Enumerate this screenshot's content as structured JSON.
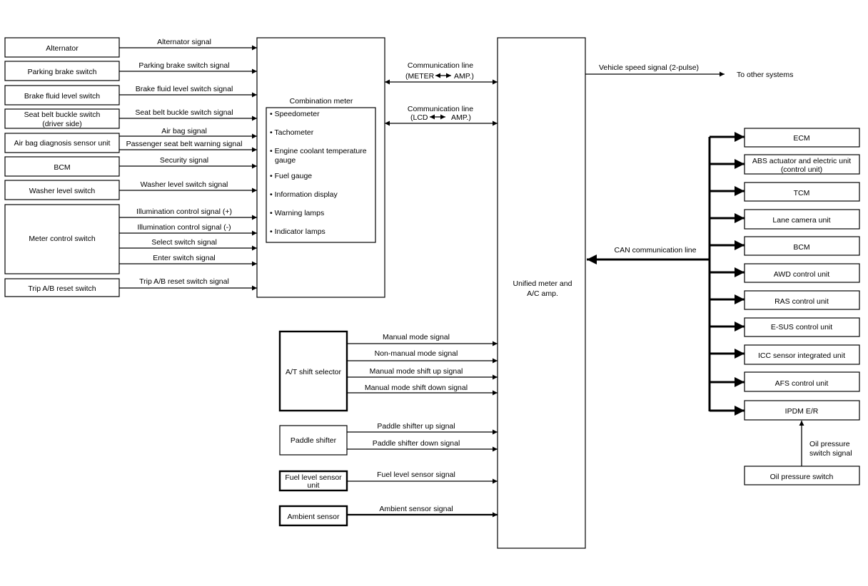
{
  "inputs_left": [
    {
      "label": "Alternator",
      "signal": "Alternator signal"
    },
    {
      "label": "Parking brake switch",
      "signal": "Parking brake switch signal"
    },
    {
      "label": "Brake fluid level switch",
      "signal": "Brake fluid level switch signal"
    },
    {
      "label1": "Seat belt buckle switch",
      "label2": "(driver side)",
      "signal": "Seat belt buckle switch signal"
    },
    {
      "label": "Air bag diagnosis sensor unit",
      "signal1": "Air bag signal",
      "signal2": "Passenger seat belt warning signal"
    },
    {
      "label": "BCM",
      "signal": "Security signal"
    },
    {
      "label": "Washer level switch",
      "signal": "Washer level switch signal"
    },
    {
      "label": "Meter control switch",
      "signals": [
        "Illumination control signal (+)",
        "Illumination control signal (-)",
        "Select switch signal",
        "Enter switch signal"
      ]
    },
    {
      "label": "Trip A/B reset switch",
      "signal": "Trip A/B reset switch signal"
    }
  ],
  "combination_meter": {
    "title": "Combination meter",
    "items": [
      "Speedometer",
      "Tachometer",
      "Engine coolant temperature",
      "gauge",
      "Fuel gauge",
      "Information display",
      "Warning lamps",
      "Indicator lamps"
    ]
  },
  "comm_lines": [
    {
      "line1": "Communication line",
      "line2a": "(METER",
      "line2b": "AMP.)"
    },
    {
      "line1": "Communication line",
      "line2a": "(LCD",
      "line2b": "AMP.)"
    }
  ],
  "unified": {
    "line1": "Unified meter and",
    "line2": "A/C amp."
  },
  "vehicle_speed": {
    "signal": "Vehicle speed signal (2-pulse)",
    "target": "To other systems"
  },
  "at_selector": {
    "label": "A/T shift selector",
    "signals": [
      "Manual mode signal",
      "Non-manual mode signal",
      "Manual mode shift up signal",
      "Manual mode shift down signal"
    ]
  },
  "paddle": {
    "label": "Paddle shifter",
    "signals": [
      "Paddle shifter up signal",
      "Paddle shifter down signal"
    ]
  },
  "fuel_sensor": {
    "label1": "Fuel level sensor",
    "label2": "unit",
    "signal": "Fuel level sensor signal"
  },
  "ambient": {
    "label": "Ambient sensor",
    "signal": "Ambient sensor signal"
  },
  "can": {
    "label": "CAN communication line",
    "units": [
      {
        "label": "ECM"
      },
      {
        "label1": "ABS actuator and electric unit",
        "label2": "(control unit)"
      },
      {
        "label": "TCM"
      },
      {
        "label": "Lane camera unit"
      },
      {
        "label": "BCM"
      },
      {
        "label": "AWD control unit"
      },
      {
        "label": "RAS control unit"
      },
      {
        "label": "E-SUS control unit"
      },
      {
        "label": "ICC sensor integrated unit"
      },
      {
        "label": "AFS control unit"
      },
      {
        "label": "IPDM E/R"
      }
    ]
  },
  "oil": {
    "signal1": "Oil pressure",
    "signal2": "switch signal",
    "label": "Oil pressure switch"
  }
}
